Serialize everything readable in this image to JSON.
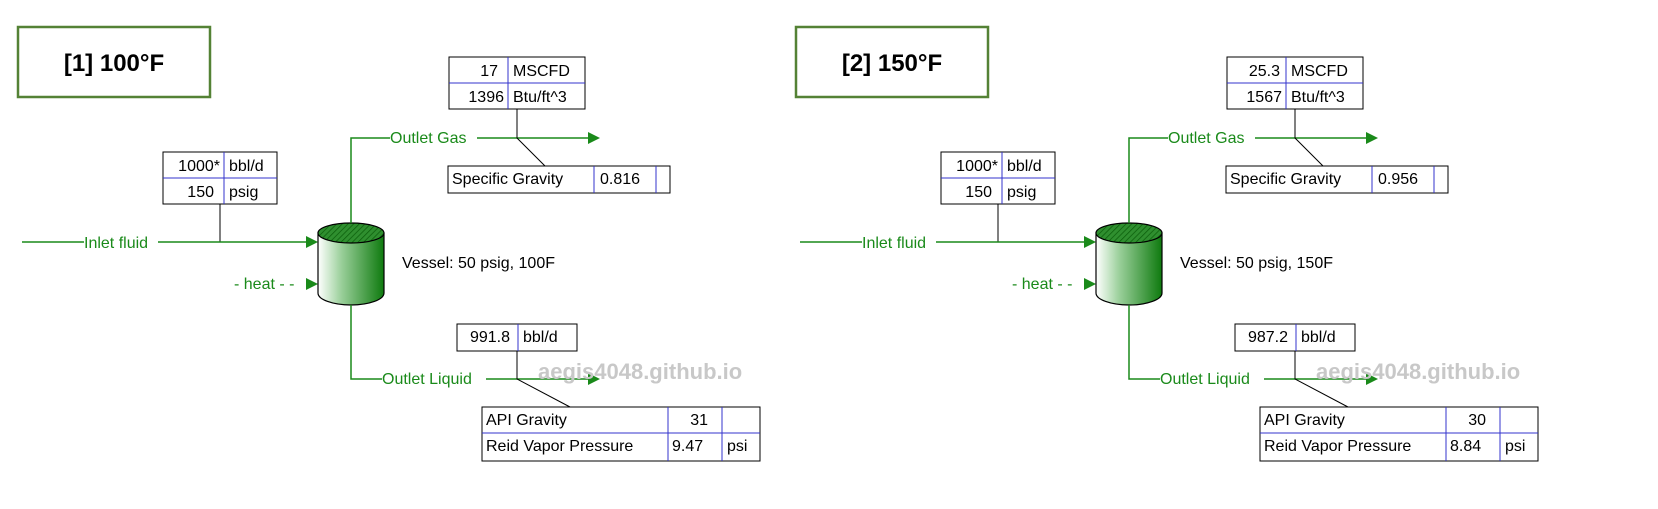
{
  "watermark": "aegis4048.github.io",
  "panels": [
    {
      "title": "[1] 100°F",
      "inlet": {
        "rate": "1000*",
        "rate_unit": "bbl/d",
        "pressure": "150",
        "pressure_unit": "psig",
        "label": "Inlet fluid"
      },
      "heat_label": "- heat - -",
      "vessel_label": "Vessel: 50 psig, 100F",
      "gas": {
        "label": "Outlet Gas",
        "rate": "17",
        "rate_unit": "MSCFD",
        "heating_value": "1396",
        "heating_unit": "Btu/ft^3",
        "sg_label": "Specific Gravity",
        "sg_value": "0.816"
      },
      "liquid": {
        "label": "Outlet Liquid",
        "rate": "991.8",
        "rate_unit": "bbl/d",
        "api_label": "API Gravity",
        "api_value": "31",
        "rvp_label": "Reid Vapor Pressure",
        "rvp_value": "9.47",
        "rvp_unit": "psi"
      }
    },
    {
      "title": "[2] 150°F",
      "inlet": {
        "rate": "1000*",
        "rate_unit": "bbl/d",
        "pressure": "150",
        "pressure_unit": "psig",
        "label": "Inlet fluid"
      },
      "heat_label": "- heat - -",
      "vessel_label": "Vessel: 50 psig, 150F",
      "gas": {
        "label": "Outlet Gas",
        "rate": "25.3",
        "rate_unit": "MSCFD",
        "heating_value": "1567",
        "heating_unit": "Btu/ft^3",
        "sg_label": "Specific Gravity",
        "sg_value": "0.956"
      },
      "liquid": {
        "label": "Outlet Liquid",
        "rate": "987.2",
        "rate_unit": "bbl/d",
        "api_label": "API Gravity",
        "api_value": "30",
        "rvp_label": "Reid Vapor Pressure",
        "rvp_value": "8.84",
        "rvp_unit": "psi"
      }
    }
  ]
}
